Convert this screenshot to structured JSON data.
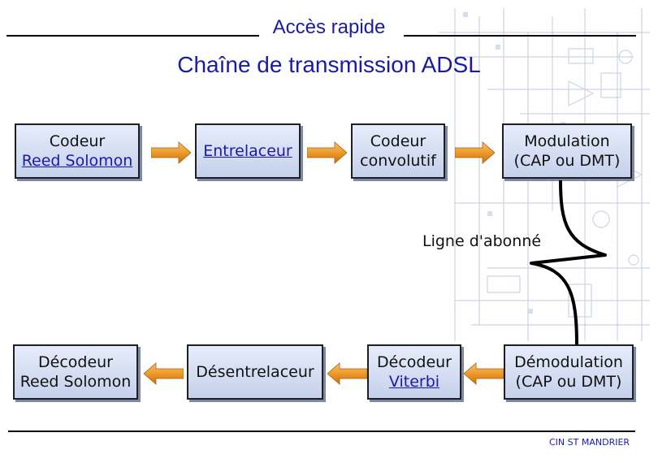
{
  "header": {
    "nav_link": "Accès rapide",
    "title": "Chaîne de transmission ADSL"
  },
  "blocks": {
    "reed_solomon_encoder": {
      "line1": "Codeur",
      "line2": "Reed Solomon"
    },
    "interleaver": {
      "line1": "Entrelaceur"
    },
    "convolutional_encoder": {
      "line1": "Codeur",
      "line2": "convolutif"
    },
    "modulation": {
      "line1": "Modulation",
      "line2": "(CAP ou DMT)"
    },
    "reed_solomon_decoder": {
      "line1": "Décodeur",
      "line2": "Reed Solomon"
    },
    "deinterleaver": {
      "line1": "Désentrelaceur"
    },
    "viterbi_decoder": {
      "line1": "Décodeur",
      "line2": "Viterbi"
    },
    "demodulation": {
      "line1": "Démodulation",
      "line2": "(CAP ou DMT)"
    }
  },
  "subscriber_line": {
    "label": "Ligne d'abonné"
  },
  "footer": {
    "credit": "CIN ST MANDRIER"
  },
  "colors": {
    "link_blue": "#1a1aa6",
    "arrow_orange": "#f0a030",
    "block_fill": "#d3dcf2"
  }
}
